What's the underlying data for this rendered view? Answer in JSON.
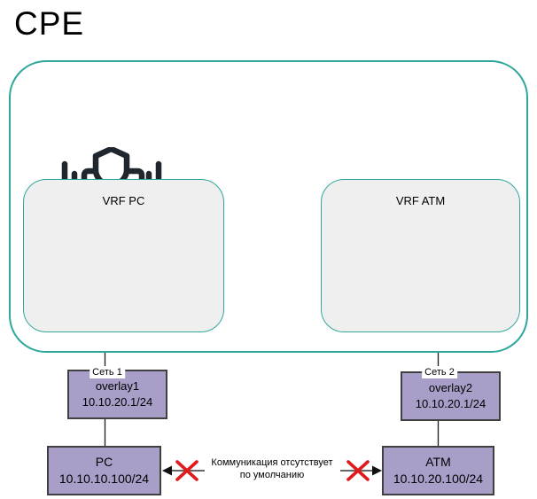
{
  "title": "CPE",
  "cpe": {
    "icon": "secure-router-icon",
    "vrfs": [
      {
        "label": "VRF PC",
        "interface": {
          "name": "overlay1",
          "ip": "10.10.20.1/24"
        }
      },
      {
        "label": "VRF ATM",
        "interface": {
          "name": "overlay2",
          "ip": "10.10.20.1/24"
        }
      }
    ]
  },
  "links": [
    {
      "label": "Сеть 1"
    },
    {
      "label": "Сеть 2"
    }
  ],
  "hosts": [
    {
      "name": "PC",
      "ip": "10.10.10.100/24"
    },
    {
      "name": "ATM",
      "ip": "10.10.20.100/24"
    }
  ],
  "no_comm": {
    "line1": "Коммуникация отсутствует",
    "line2": "по умолчанию"
  },
  "colors": {
    "teal": "#2ea79c",
    "purple": "#a99ec8",
    "vrf_fill": "#efefef",
    "red": "#e11a1c",
    "line_gray": "#666666",
    "box_border": "#404040"
  }
}
